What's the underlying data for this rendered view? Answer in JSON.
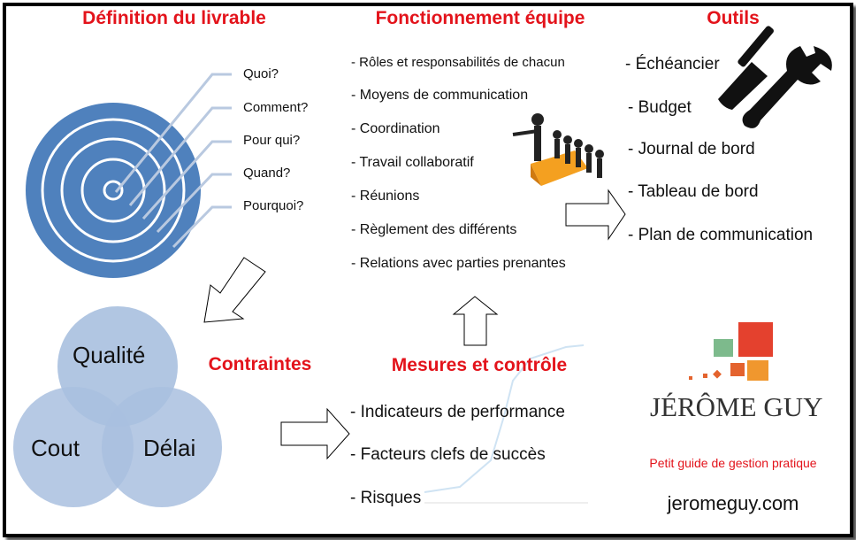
{
  "titles": {
    "definition": "Définition du livrable",
    "fonctionnement": "Fonctionnement équipe",
    "outils": "Outils",
    "contraintes": "Contraintes",
    "mesures": "Mesures et contrôle"
  },
  "questions": [
    "Quoi?",
    "Comment?",
    "Pour qui?",
    "Quand?",
    "Pourquoi?"
  ],
  "fonctionnement_items": [
    "- Rôles et responsabilités  de chacun",
    "- Moyens de communication",
    "- Coordination",
    "- Travail collaboratif",
    "- Réunions",
    "- Règlement des différents",
    "- Relations avec parties prenantes"
  ],
  "outils_items": [
    "- Échéancier",
    "- Budget",
    "- Journal de bord",
    "- Tableau de bord",
    "- Plan de communication"
  ],
  "contraintes": {
    "qualite": "Qualité",
    "cout": "Cout",
    "delai": "Délai"
  },
  "mesures_items": [
    "- Indicateurs de performance",
    "- Facteurs clefs de succès",
    "- Risques"
  ],
  "logo": {
    "name": "JÉRÔME GUY",
    "tagline": "Petit guide de gestion pratique",
    "website": "jeromeguy.com"
  },
  "colors": {
    "title": "#e3131b",
    "target": "#4f81bd",
    "venn": "#a9c0df"
  }
}
